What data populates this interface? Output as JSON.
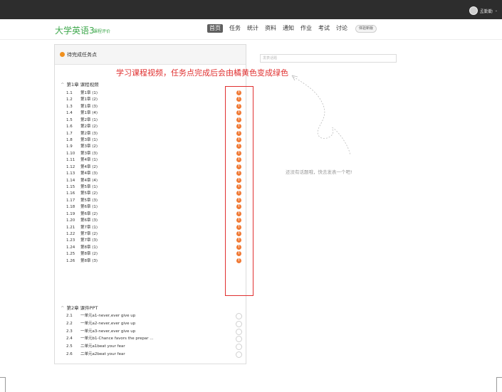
{
  "topbar": {
    "username": "孟勤勤",
    "caret": "⌄"
  },
  "header": {
    "course_title": "大学英语3",
    "course_sub": "课程评价",
    "nav": [
      {
        "label": "首页",
        "active": true
      },
      {
        "label": "任务",
        "active": false
      },
      {
        "label": "统计",
        "active": false
      },
      {
        "label": "资料",
        "active": false
      },
      {
        "label": "通知",
        "active": false
      },
      {
        "label": "作业",
        "active": false
      },
      {
        "label": "考试",
        "active": false
      },
      {
        "label": "讨论",
        "active": false
      }
    ],
    "trial_label": "体验新版"
  },
  "panel": {
    "title": "待完成任务点",
    "chapter1": {
      "chevron": "^",
      "label": "第1章 课程视频"
    },
    "chapter1_items": [
      {
        "num": "1.1",
        "label": "第1章 (1)"
      },
      {
        "num": "1.2",
        "label": "第1章 (2)"
      },
      {
        "num": "1.3",
        "label": "第1章 (3)"
      },
      {
        "num": "1.4",
        "label": "第1章 (4)"
      },
      {
        "num": "1.5",
        "label": "第2章 (1)"
      },
      {
        "num": "1.6",
        "label": "第2章 (2)"
      },
      {
        "num": "1.7",
        "label": "第2章 (3)"
      },
      {
        "num": "1.8",
        "label": "第3章 (1)"
      },
      {
        "num": "1.9",
        "label": "第3章 (2)"
      },
      {
        "num": "1.10",
        "label": "第3章 (3)"
      },
      {
        "num": "1.11",
        "label": "第4章 (1)"
      },
      {
        "num": "1.12",
        "label": "第4章 (2)"
      },
      {
        "num": "1.13",
        "label": "第4章 (3)"
      },
      {
        "num": "1.14",
        "label": "第4章 (4)"
      },
      {
        "num": "1.15",
        "label": "第5章 (1)"
      },
      {
        "num": "1.16",
        "label": "第5章 (2)"
      },
      {
        "num": "1.17",
        "label": "第5章 (3)"
      },
      {
        "num": "1.18",
        "label": "第6章 (1)"
      },
      {
        "num": "1.19",
        "label": "第6章 (2)"
      },
      {
        "num": "1.20",
        "label": "第6章 (3)"
      },
      {
        "num": "1.21",
        "label": "第7章 (1)"
      },
      {
        "num": "1.22",
        "label": "第7章 (2)"
      },
      {
        "num": "1.23",
        "label": "第7章 (3)"
      },
      {
        "num": "1.24",
        "label": "第8章 (1)"
      },
      {
        "num": "1.25",
        "label": "第8章 (2)"
      },
      {
        "num": "1.26",
        "label": "第8章 (3)"
      }
    ],
    "status_mark": "!",
    "chapter2": {
      "chevron": "^",
      "label": "第2章 课件PPT"
    },
    "chapter2_items": [
      {
        "num": "2.1",
        "label": "一单元a1-never,ever give up"
      },
      {
        "num": "2.2",
        "label": "一单元a2-never,ever give up"
      },
      {
        "num": "2.3",
        "label": "一单元a3-never,ever give up"
      },
      {
        "num": "2.4",
        "label": "一单元b1-Chance favors the prepar ..."
      },
      {
        "num": "2.5",
        "label": "二单元a1beat your fear"
      },
      {
        "num": "2.6",
        "label": "二单元a2beat your fear"
      }
    ]
  },
  "annotation": "学习课程视频，任务点完成后会由橘黄色变成绿色",
  "discussion": {
    "input_placeholder": "发表话题",
    "empty_text": "还没有话题哦，快去发表一个吧!"
  },
  "colors": {
    "accent_green": "#3ea84c",
    "status_orange": "#f07a36",
    "annotation_red": "#e03030"
  }
}
